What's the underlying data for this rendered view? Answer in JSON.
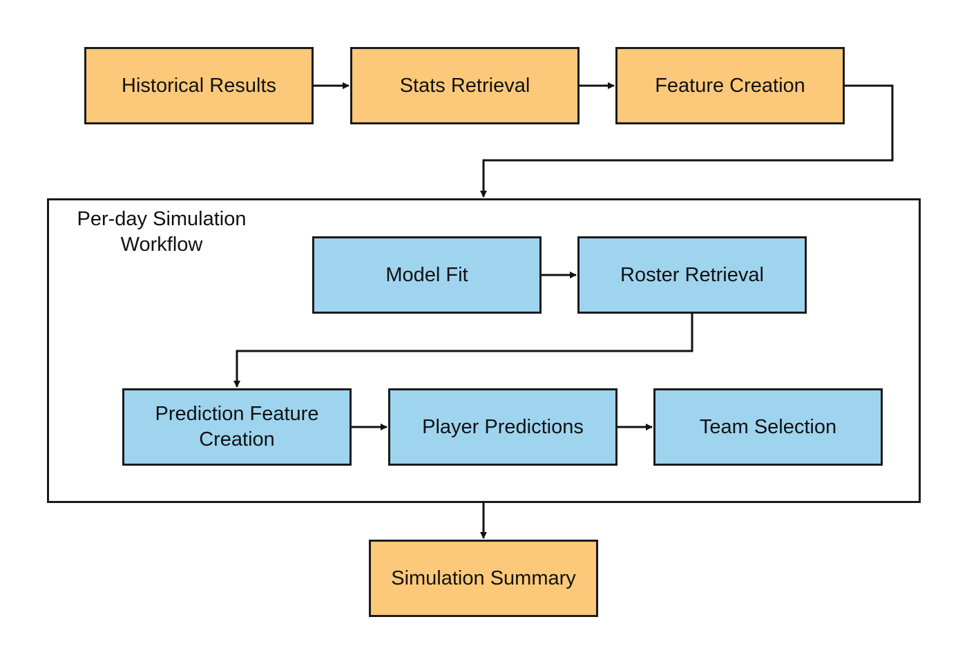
{
  "colors": {
    "orange": "#fcc97a",
    "blue": "#9fd4ef",
    "border": "#1a1a1a",
    "arrow": "#111111"
  },
  "group": {
    "title": "Per-day Simulation\nWorkflow"
  },
  "nodes": {
    "historical_results": "Historical Results",
    "stats_retrieval": "Stats Retrieval",
    "feature_creation": "Feature Creation",
    "model_fit": "Model Fit",
    "roster_retrieval": "Roster Retrieval",
    "prediction_feature_creation": "Prediction Feature Creation",
    "player_predictions": "Player Predictions",
    "team_selection": "Team Selection",
    "simulation_summary": "Simulation Summary"
  },
  "edges": [
    {
      "from": "historical_results",
      "to": "stats_retrieval"
    },
    {
      "from": "stats_retrieval",
      "to": "feature_creation"
    },
    {
      "from": "feature_creation",
      "to": "per_day_simulation_workflow"
    },
    {
      "from": "model_fit",
      "to": "roster_retrieval"
    },
    {
      "from": "roster_retrieval",
      "to": "prediction_feature_creation"
    },
    {
      "from": "prediction_feature_creation",
      "to": "player_predictions"
    },
    {
      "from": "player_predictions",
      "to": "team_selection"
    },
    {
      "from": "per_day_simulation_workflow",
      "to": "simulation_summary"
    }
  ]
}
